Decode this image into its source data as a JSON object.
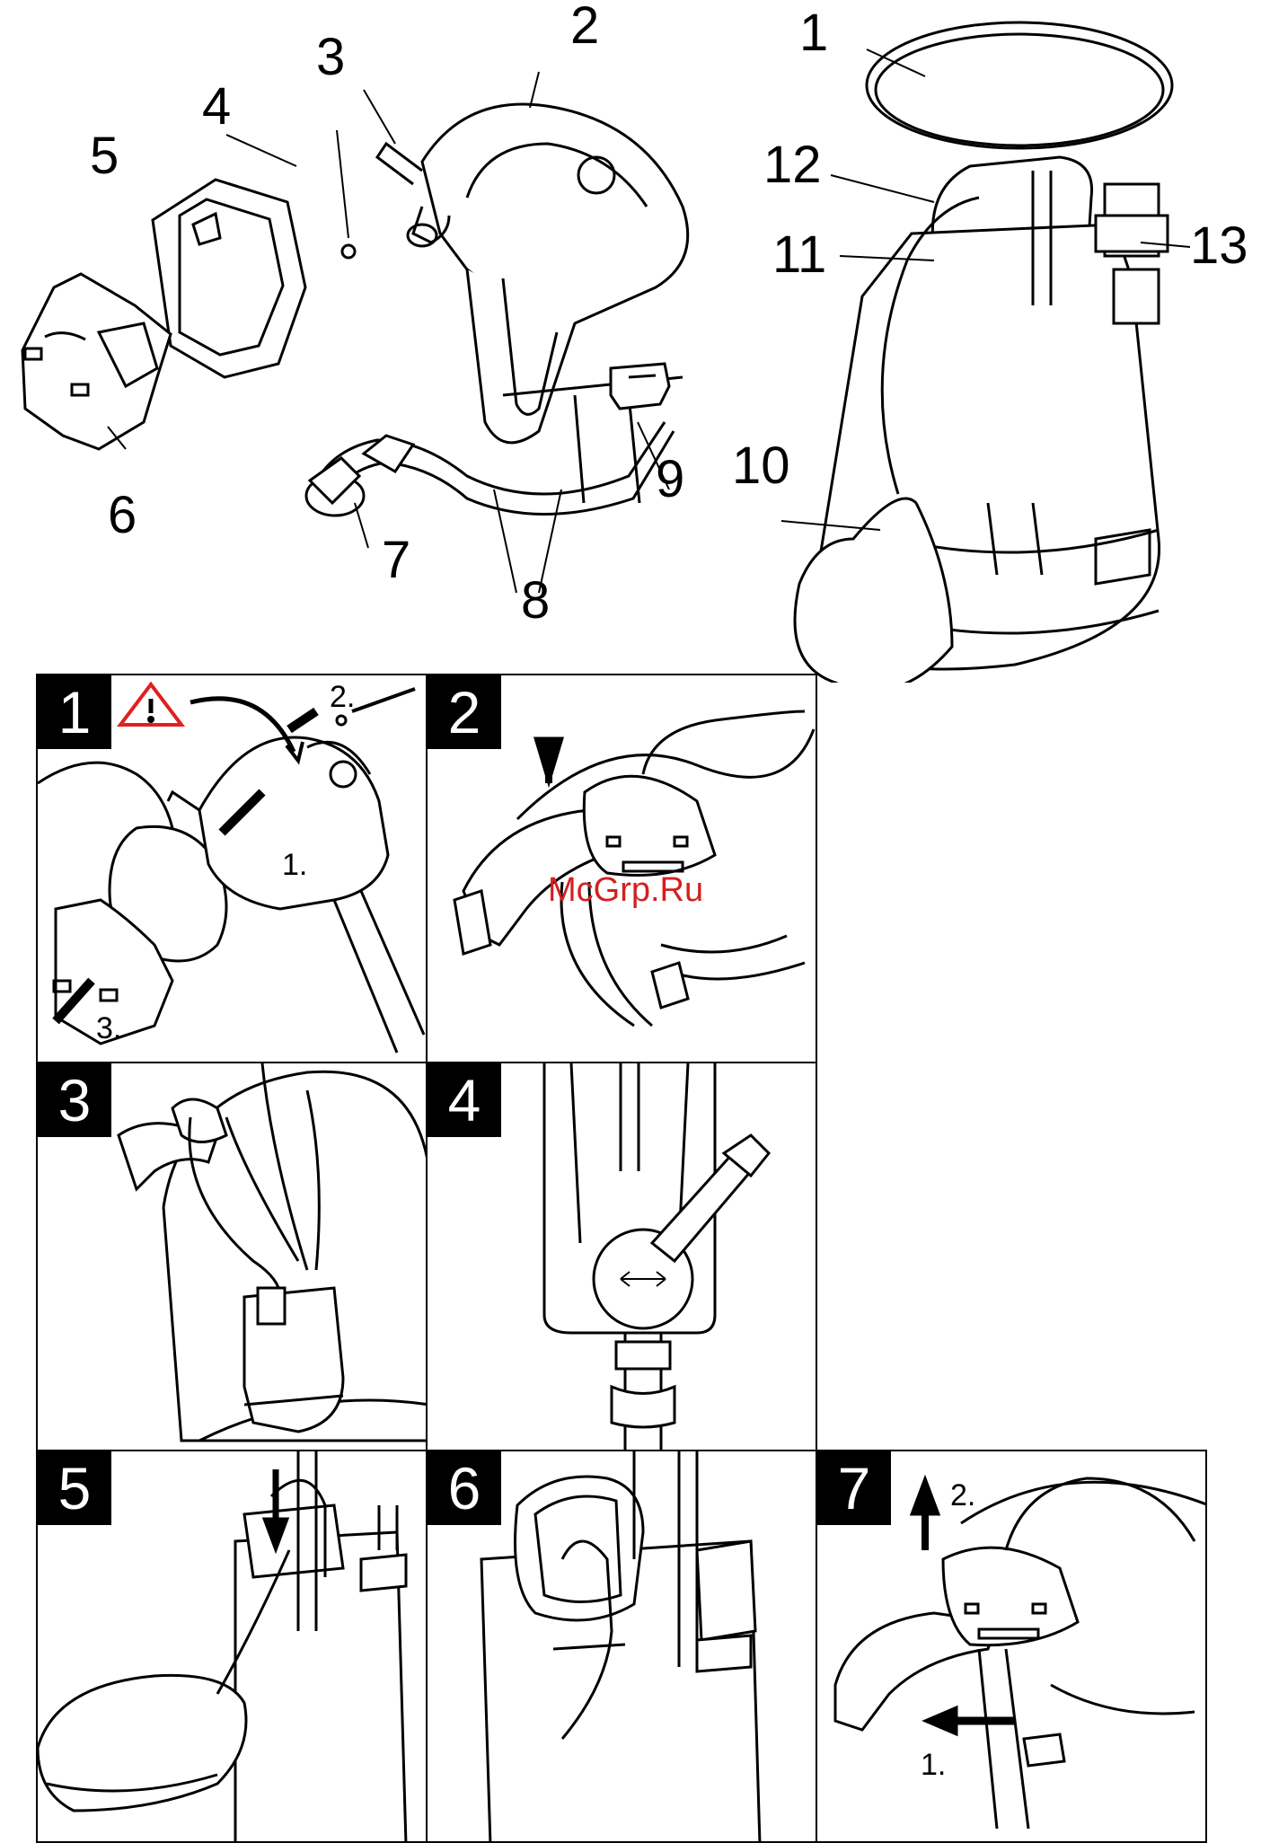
{
  "callouts": [
    "1",
    "2",
    "3",
    "4",
    "5",
    "6",
    "7",
    "8",
    "9",
    "10",
    "11",
    "12",
    "13"
  ],
  "panels": [
    "1",
    "2",
    "3",
    "4",
    "5",
    "6",
    "7"
  ],
  "steps": {
    "p1_s1": "1.",
    "p1_s2": "2.",
    "p1_s3": "3.",
    "p7_s1": "1.",
    "p7_s2": "2."
  },
  "watermark": "McGrp.Ru"
}
